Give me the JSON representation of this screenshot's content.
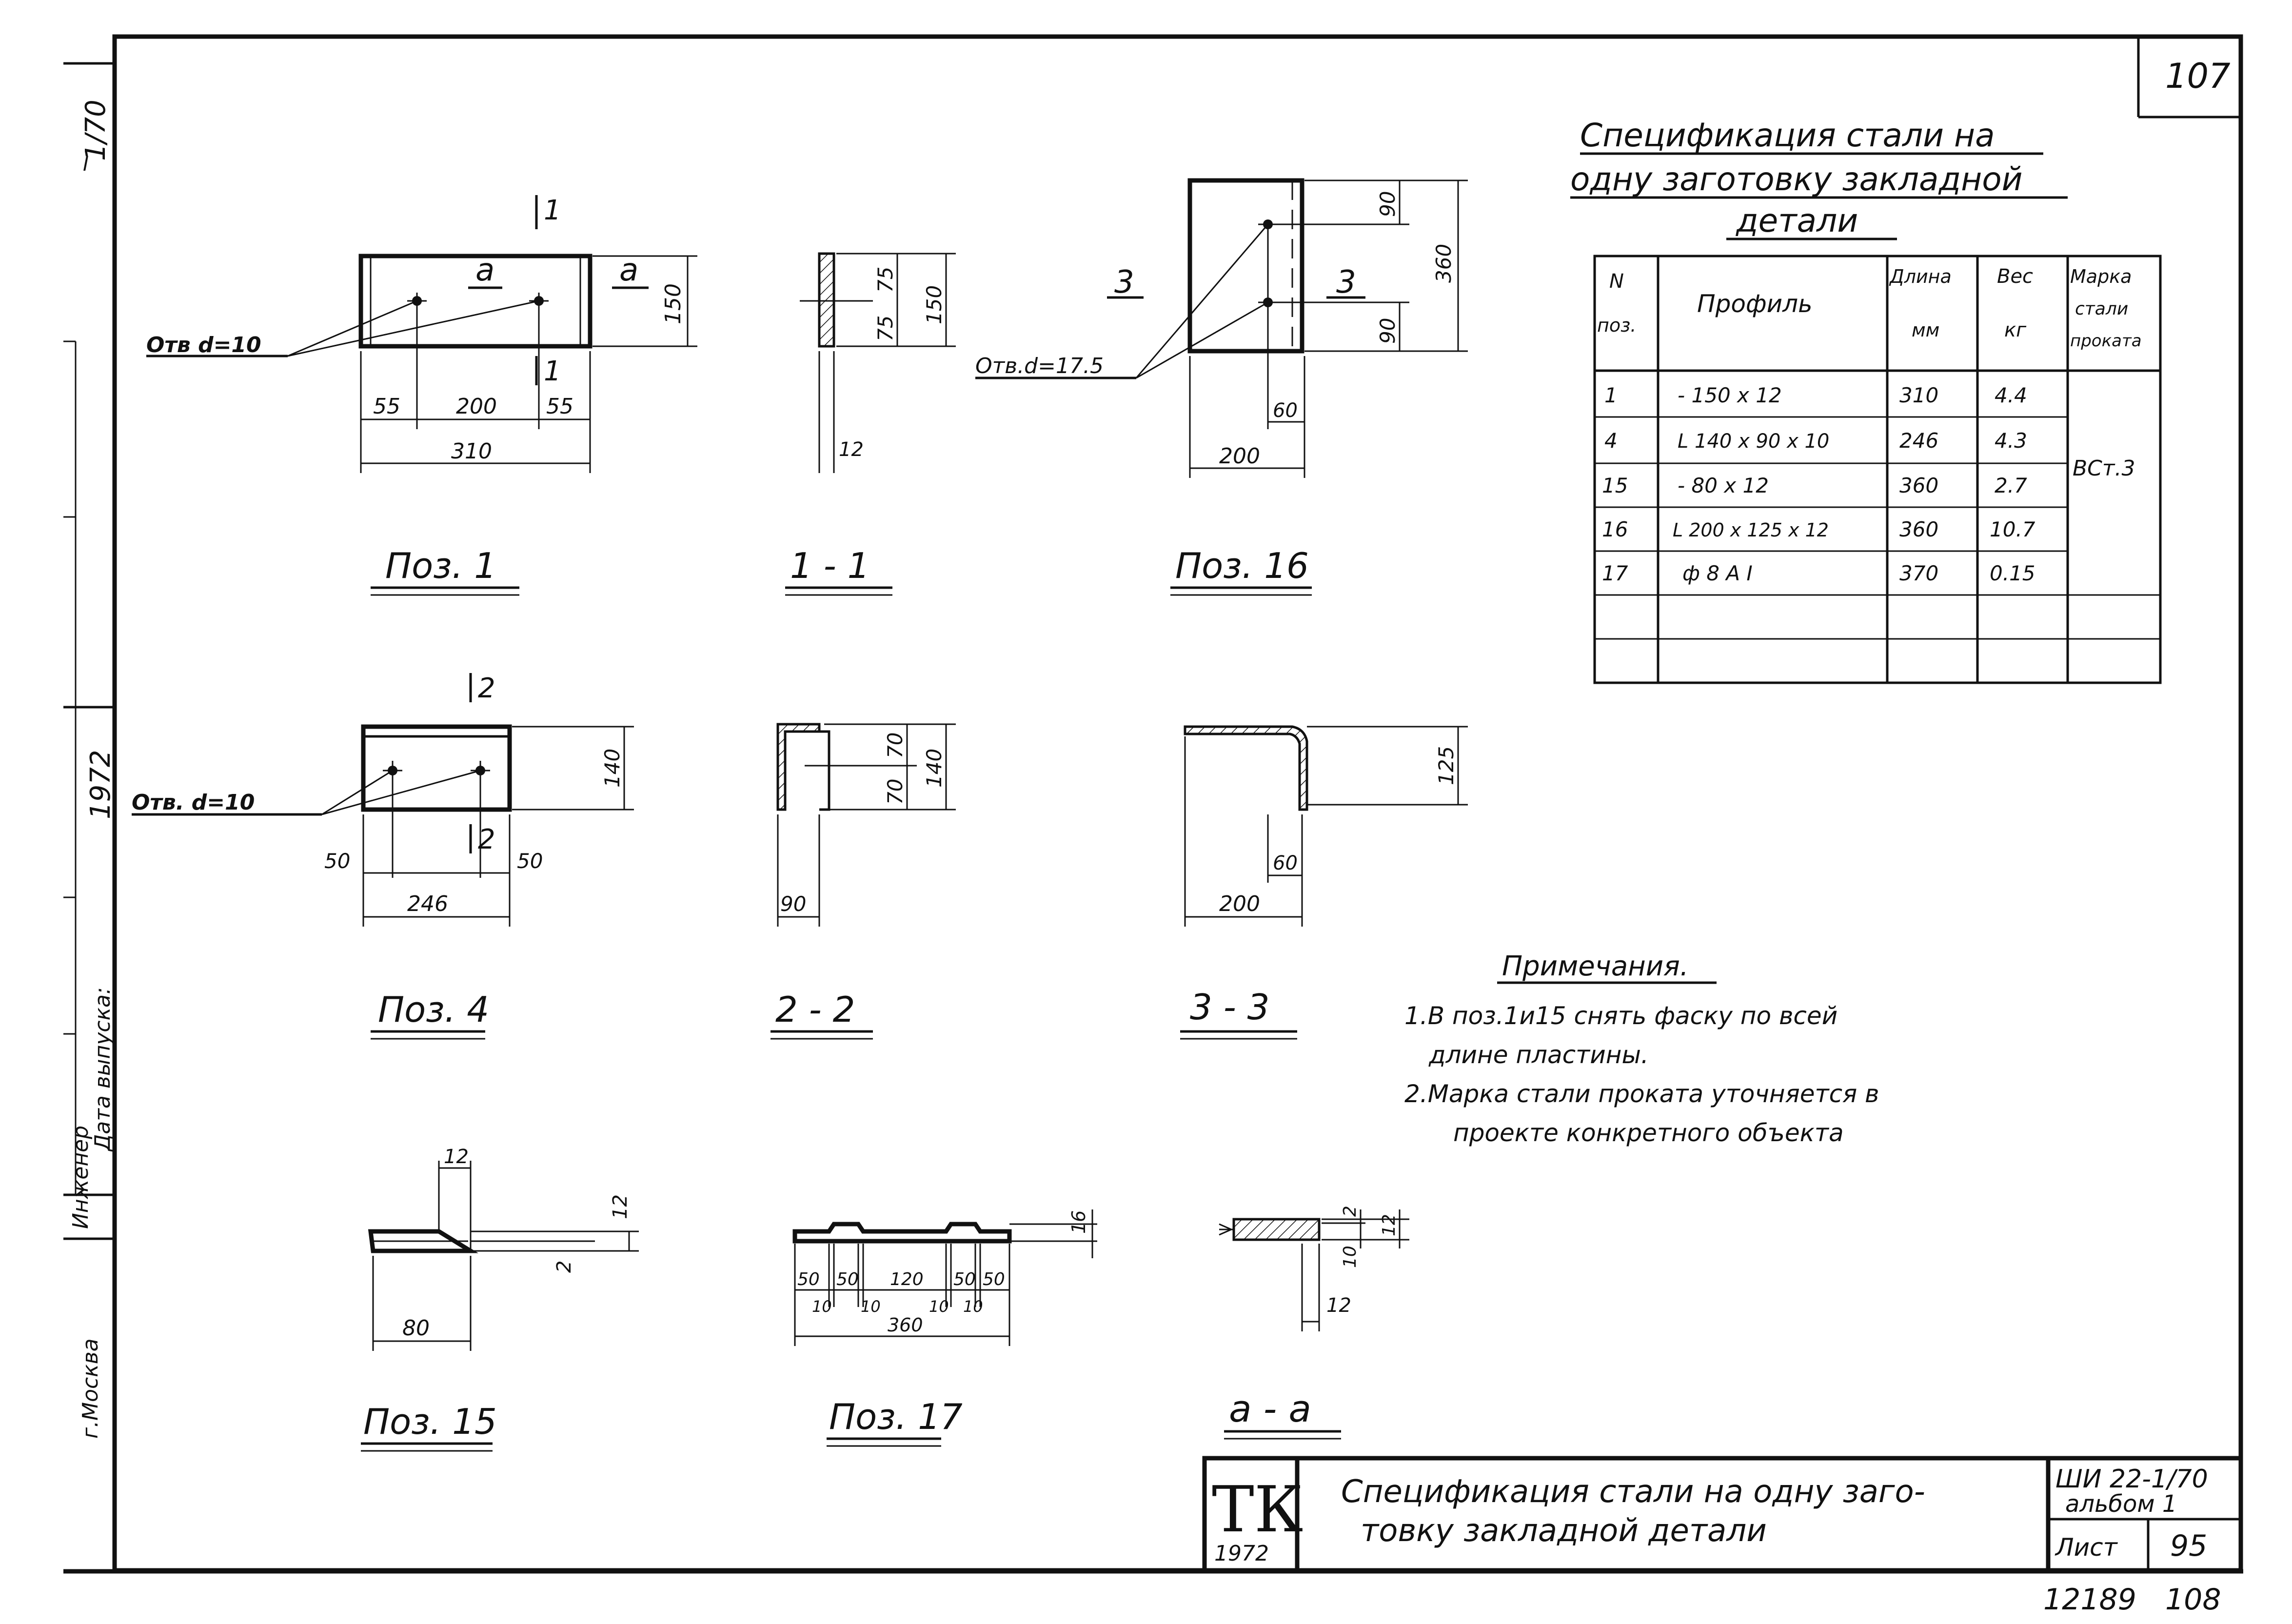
{
  "sheet": {
    "corner_number": "107",
    "bottom_numbers": {
      "left": "12189",
      "right": "108"
    },
    "left_strip": {
      "top_label_1": "1/70",
      "top_label_2": "I",
      "role_engineer": "Инженер",
      "date_label": "Дата выпуска:",
      "year": "1972",
      "city": "г.Москва"
    }
  },
  "spec": {
    "title_line1": "Спецификация стали на",
    "title_line2": "одну заготовку закладной",
    "title_line3": "детали",
    "headers": {
      "pos_1": "N",
      "pos_2": "поз.",
      "profile": "Профиль",
      "length_1": "Длина",
      "length_2": "мм",
      "weight_1": "Вес",
      "weight_2": "кг",
      "grade_1": "Марка",
      "grade_2": "стали",
      "grade_3": "проката"
    },
    "rows": [
      {
        "pos": "1",
        "profile": "- 150 x 12",
        "length": "310",
        "weight": "4.4"
      },
      {
        "pos": "4",
        "profile": "L 140 x 90 x 10",
        "length": "246",
        "weight": "4.3"
      },
      {
        "pos": "15",
        "profile": "- 80 x 12",
        "length": "360",
        "weight": "2.7"
      },
      {
        "pos": "16",
        "profile": "L 200 x 125 x 12",
        "length": "360",
        "weight": "10.7"
      },
      {
        "pos": "17",
        "profile": "ф 8 A I",
        "length": "370",
        "weight": "0.15"
      }
    ],
    "grade": "ВСт.3"
  },
  "notes": {
    "title": "Примечания.",
    "line1": "1.В поз.1и15 снять фаску по всей",
    "line2": "длине пластины.",
    "line3": "2.Марка стали проката уточняется в",
    "line4": "проекте конкретного объекта"
  },
  "title_block": {
    "logo": "ТК",
    "logo_year": "1972",
    "title_line1": "Спецификация стали на одну заго-",
    "title_line2": "товку закладной детали",
    "code_1": "ШИ 22-1/70",
    "code_2": "альбом 1",
    "sheet_label": "Лист",
    "sheet_no": "95"
  },
  "drawings": {
    "poz1": {
      "label": "Поз. 1",
      "cut_mark": "1",
      "section_mark": "а",
      "hole_note": "Отв d=10",
      "dims": {
        "d55a": "55",
        "d200": "200",
        "d55b": "55",
        "d310": "310",
        "d150": "150"
      }
    },
    "sec11": {
      "label": "1 - 1",
      "dims": {
        "d75a": "75",
        "d75b": "75",
        "d150": "150",
        "d12": "12"
      }
    },
    "poz16": {
      "label": "Поз. 16",
      "cut_mark": "3",
      "hole_note": "Отв.d=17.5",
      "dims": {
        "d90a": "90",
        "d90b": "90",
        "d360": "360",
        "d60": "60",
        "d200": "200"
      }
    },
    "poz4": {
      "label": "Поз. 4",
      "cut_mark": "2",
      "hole_note": "Отв. d=10",
      "dims": {
        "d50a": "50",
        "d50b": "50",
        "d246": "246",
        "d140": "140"
      }
    },
    "sec22": {
      "label": "2 - 2",
      "dims": {
        "d70a": "70",
        "d70b": "70",
        "d140": "140",
        "d90": "90"
      }
    },
    "sec33": {
      "label": "3 - 3",
      "dims": {
        "d125": "125",
        "d60": "60",
        "d200": "200"
      }
    },
    "poz15": {
      "label": "Поз. 15",
      "dims": {
        "d12top": "12",
        "d12": "12",
        "d2": "2",
        "d80": "80"
      }
    },
    "poz17": {
      "label": "Поз. 17",
      "dims": {
        "d16": "16",
        "d50a": "50",
        "d50b": "50",
        "d120": "120",
        "d50c": "50",
        "d50d": "50",
        "d10a": "10",
        "d10b": "10",
        "d10c": "10",
        "d10d": "10",
        "d360": "360"
      }
    },
    "secaa": {
      "label": "а - а",
      "dims": {
        "d2": "2",
        "d10": "10",
        "d12": "12",
        "d12b": "12"
      }
    }
  }
}
